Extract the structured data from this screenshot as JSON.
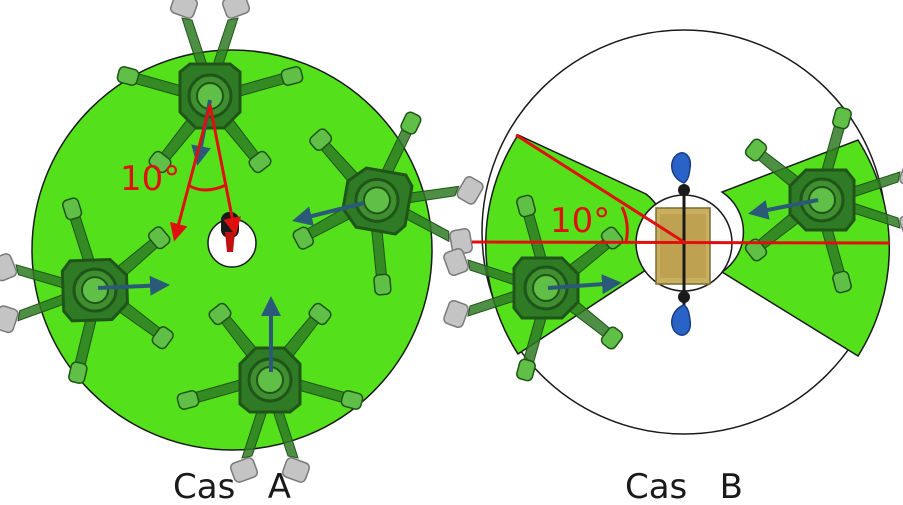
{
  "figure": {
    "panel_a": {
      "caption": "Cas   A",
      "angle_label": "10°"
    },
    "panel_b": {
      "caption": "Cas   B",
      "angle_label": "10°"
    }
  },
  "colors": {
    "zone_fill": "#55e01c",
    "zone_stroke": "#1a1a1a",
    "annotation": "#e01010",
    "robot_arrow": "#2a5a78",
    "robot_body": "#2f7a24",
    "robot_dark": "#1f5518",
    "robot_light": "#5fbf46",
    "robot_tip": "#a8a8a8",
    "workpiece_fill": "#c8b060",
    "gripper_blue": "#2a63c8"
  },
  "icons": {
    "robot": "hexapod-robot-icon",
    "center_tool": "pointer-tool-icon",
    "center_workpiece": "wooden-block-icon"
  }
}
